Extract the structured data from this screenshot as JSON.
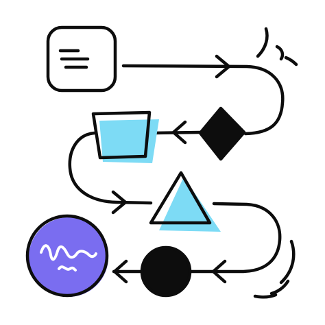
{
  "colors": {
    "ink": "#0d0d0d",
    "fill_cyan": "#7ddbf5",
    "fill_purple": "#7a6df0",
    "background": "#ffffff"
  },
  "nodes": [
    {
      "id": "start",
      "shape": "rounded-square",
      "icon": "document-lines-icon",
      "fill": "none"
    },
    {
      "id": "decision",
      "shape": "diamond",
      "fill": "ink"
    },
    {
      "id": "process",
      "shape": "trapezoid",
      "fill": "fill_cyan"
    },
    {
      "id": "merge",
      "shape": "triangle",
      "fill": "fill_cyan"
    },
    {
      "id": "event",
      "shape": "filled-circle",
      "fill": "ink"
    },
    {
      "id": "end",
      "shape": "circle",
      "icon": "wave-scribble-icon",
      "fill": "fill_purple"
    }
  ],
  "connectors": [
    {
      "from": "start",
      "to": "decision",
      "direction": "right-then-down"
    },
    {
      "from": "decision",
      "to": "process",
      "direction": "left"
    },
    {
      "from": "process",
      "to": "merge",
      "direction": "down-then-right"
    },
    {
      "from": "merge",
      "to": "event",
      "direction": "right-then-down-then-left"
    },
    {
      "from": "event",
      "to": "end",
      "direction": "left"
    }
  ],
  "decorations": [
    "motion-lines-top-right",
    "motion-lines-bottom-right"
  ]
}
